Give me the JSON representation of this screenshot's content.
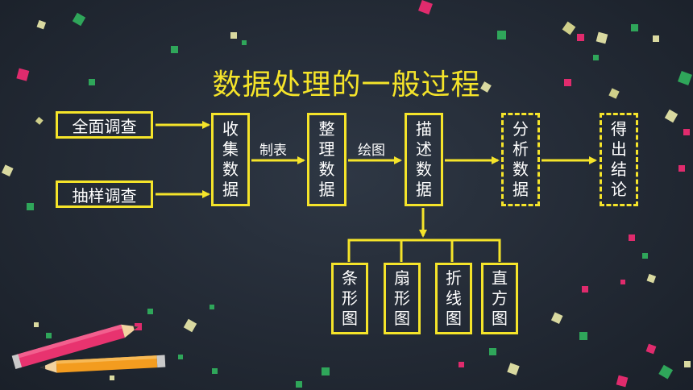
{
  "title": "数据处理的一般过程",
  "sources": {
    "full_survey": "全面调查",
    "sample_survey": "抽样调查"
  },
  "steps": {
    "collect": [
      "收",
      "集",
      "数",
      "据"
    ],
    "organize": [
      "整",
      "理",
      "数",
      "据"
    ],
    "describe": [
      "描",
      "述",
      "数",
      "据"
    ],
    "analyze": [
      "分",
      "析",
      "数",
      "据"
    ],
    "conclude": [
      "得",
      "出",
      "结",
      "论"
    ]
  },
  "edge_labels": {
    "tabulate": "制表",
    "draw": "绘图"
  },
  "chart_types": {
    "bar": [
      "条",
      "形",
      "图"
    ],
    "pie": [
      "扇",
      "形",
      "图"
    ],
    "line": [
      "折",
      "线",
      "图"
    ],
    "histogram": [
      "直",
      "方",
      "图"
    ]
  },
  "colors": {
    "accent": "#f5e42a",
    "text": "#ffffff",
    "background": "#232a35"
  }
}
